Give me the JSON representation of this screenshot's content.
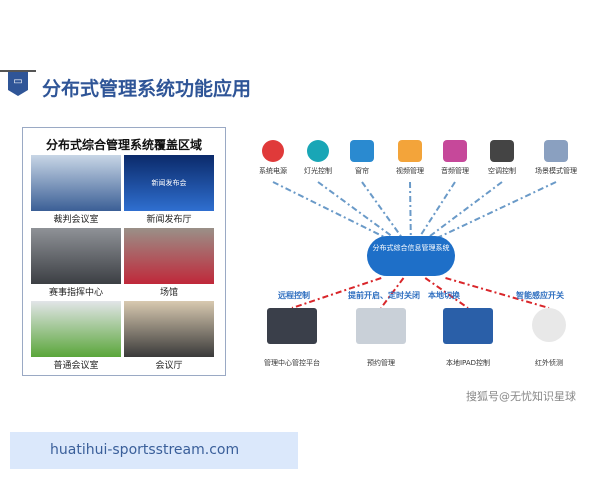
{
  "header": {
    "title": "分布式管理系统功能应用",
    "icon": "video-chat-icon"
  },
  "coverage": {
    "title": "分布式综合管理系统覆盖区域",
    "areas": [
      {
        "label": "裁判会议室",
        "colors": [
          "#c8d6e6",
          "#3b5f96"
        ]
      },
      {
        "label": "新闻发布厅",
        "colors": [
          "#0b2a6a",
          "#2f6fd0"
        ],
        "screen_text": "新闻发布会"
      },
      {
        "label": "赛事指挥中心",
        "colors": [
          "#8f9297",
          "#3c3f44"
        ]
      },
      {
        "label": "场馆",
        "colors": [
          "#9a9088",
          "#c0283a"
        ]
      },
      {
        "label": "普通会议室",
        "colors": [
          "#e2e5e8",
          "#5aa63a"
        ]
      },
      {
        "label": "会议厅",
        "colors": [
          "#d8c9b0",
          "#3a3a3a"
        ]
      }
    ]
  },
  "functions": [
    {
      "label": "系统电源",
      "icon": "power-icon",
      "color": "#e03a3a"
    },
    {
      "label": "灯光控制",
      "icon": "lightbulb-icon",
      "color": "#19a6b6"
    },
    {
      "label": "窗帘",
      "icon": "curtain-icon",
      "color": "#2a8ad0"
    },
    {
      "label": "视频管理",
      "icon": "video-file-icon",
      "color": "#f3a43a"
    },
    {
      "label": "音频管理",
      "icon": "audio-file-icon",
      "color": "#c6489a"
    },
    {
      "label": "空调控制",
      "icon": "air-conditioner-icon",
      "color": "#444444"
    },
    {
      "label": "场景模式管理",
      "icon": "scene-mode-icon",
      "color": "#8aa0c0"
    }
  ],
  "cloud": {
    "text": "分布式综合信息管理系统"
  },
  "controls": [
    {
      "link": "远程控制",
      "device": "管理中心管控平台",
      "icon": "monitor-icon"
    },
    {
      "link": "提前开启、定时关闭",
      "device": "预约管理",
      "icon": "smartphone-icon"
    },
    {
      "link": "本地切换",
      "device": "本地IPAD控制",
      "icon": "tablet-control-icon"
    },
    {
      "link": "智能感应开关",
      "device": "红外侦测",
      "icon": "infrared-sensor-icon"
    }
  ],
  "watermark": "搜狐号@无忧知识星球",
  "banner": {
    "text": "huatihui-sportsstream.com"
  }
}
